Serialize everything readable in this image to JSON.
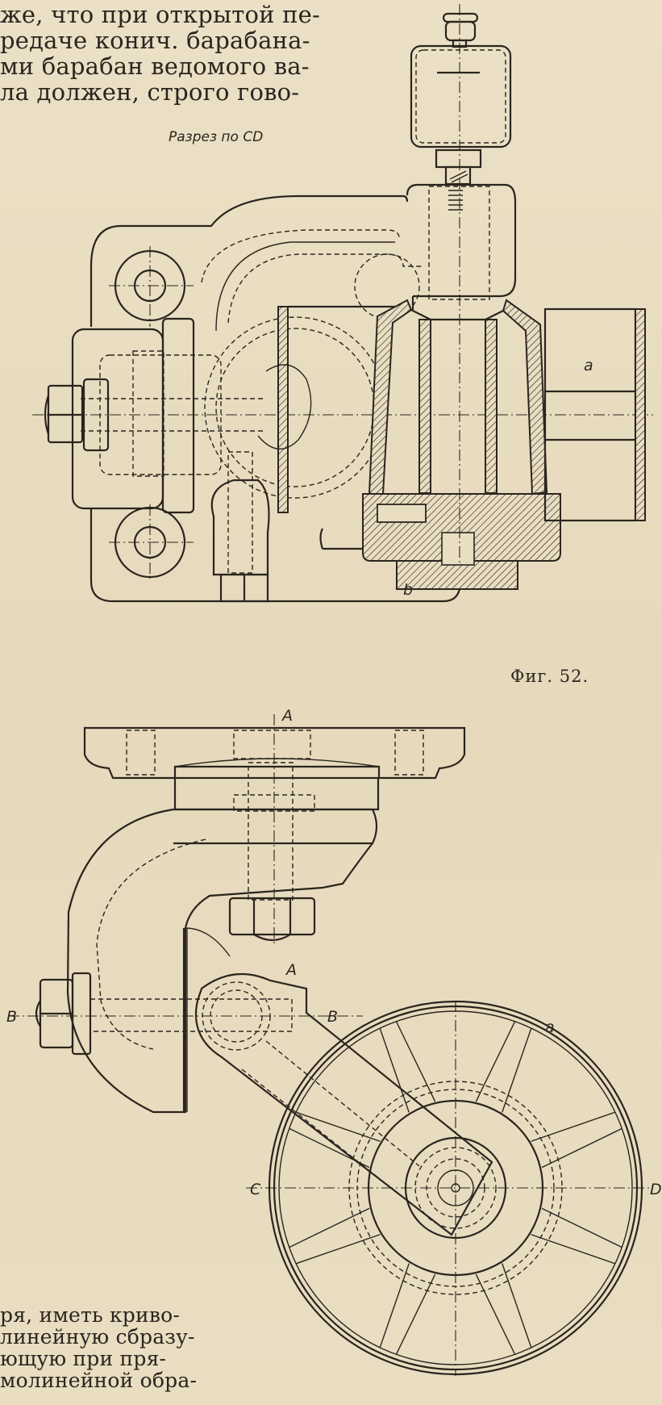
{
  "page": {
    "top_paragraph": [
      "же, что при открытой пе-",
      "редаче конич. барабана-",
      "ми барабан ведомого ва-",
      "ла должен, строго гово-"
    ],
    "bottom_paragraph": [
      "ря, иметь криво-",
      "линейную сбразу-",
      "ющую при пря-",
      "молинейной обра-"
    ]
  },
  "figure": {
    "section_caption": "Разрез по CD",
    "label": "Фиг. 52.",
    "top_drawing_labels": {
      "a": "a",
      "b": "b"
    },
    "bottom_drawing_labels": {
      "A_top": "A",
      "A_mid": "A",
      "B_left": "B",
      "B_right": "B",
      "C": "C",
      "D": "D",
      "a": "a"
    }
  },
  "colors": {
    "paper": "#e9ddc2",
    "ink": "#2a251e"
  }
}
